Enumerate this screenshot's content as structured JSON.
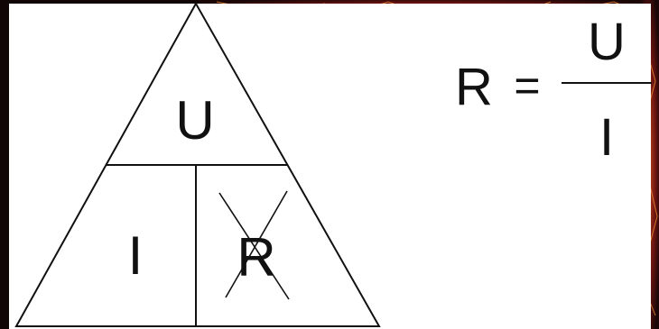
{
  "triangle": {
    "top_label": "U",
    "bottom_left_label": "I",
    "bottom_right_label": "R"
  },
  "formula": {
    "lhs": "R",
    "equals": "=",
    "numerator": "U",
    "denominator": "I"
  },
  "colors": {
    "background": "#120506",
    "panel": "#ffffff",
    "stroke": "#111111",
    "ember_orange": "#e0602a",
    "ember_red": "#8a1a14"
  }
}
